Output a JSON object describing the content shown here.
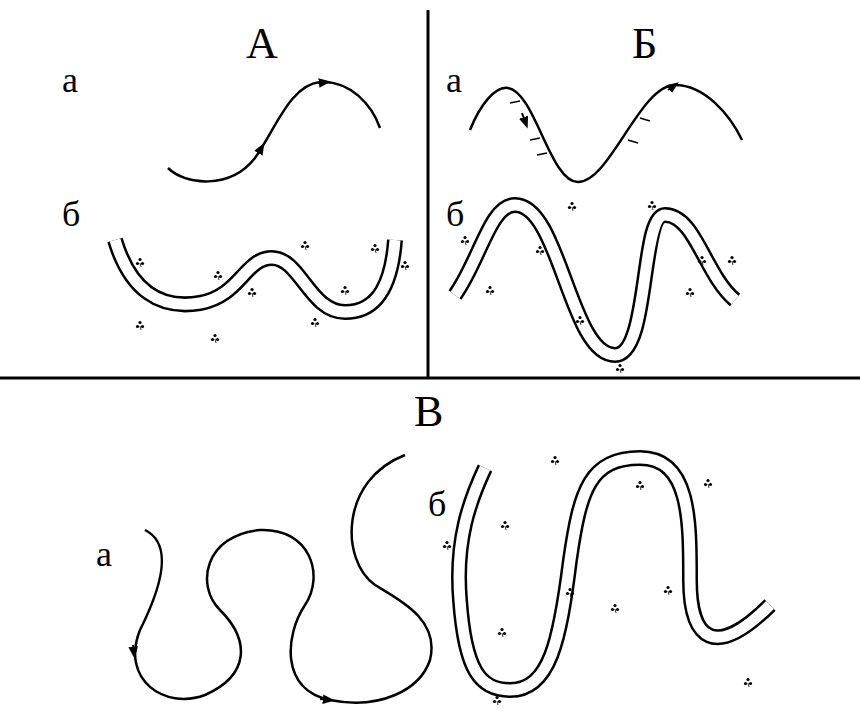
{
  "diagram": {
    "labels": [
      "А",
      "а",
      "б",
      "Б",
      "а",
      "б",
      "В",
      "а",
      "б"
    ]
  }
}
